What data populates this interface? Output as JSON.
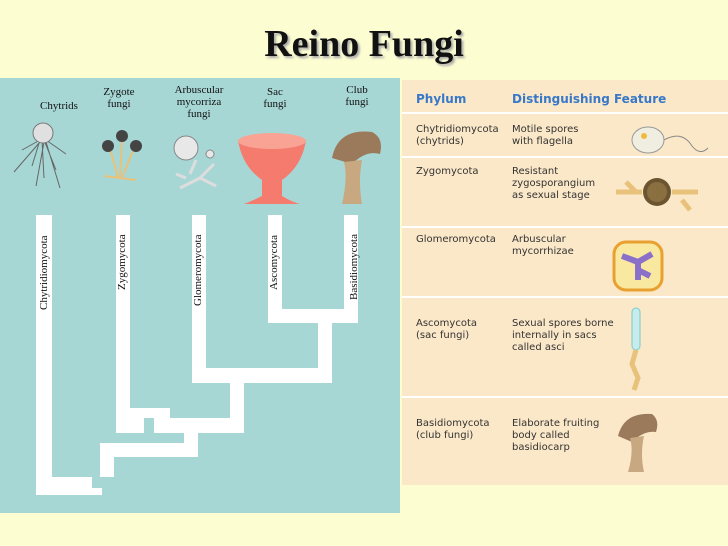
{
  "title": "Reino Fungi",
  "tree": {
    "groups": [
      "Chytrids",
      "Zygote\nfungi",
      "Arbuscular\nmycorriza\nfungi",
      "Sac\nfungi",
      "Club\nfungi"
    ],
    "phyla": [
      "Chytridiomycota",
      "Zygomycota",
      "Glomeromycota",
      "Ascomycota",
      "Basidiomycota"
    ]
  },
  "table": {
    "headers": {
      "phylum": "Phylum",
      "feature": "Distinguishing Feature"
    },
    "rows": [
      {
        "phylum": "Chytridiomycota\n(chytrids)",
        "feature": "Motile spores\nwith flagella",
        "icon": "motile-spore-icon"
      },
      {
        "phylum": "Zygomycota",
        "feature": "Resistant\nzygosporangium\nas sexual stage",
        "icon": "zygosporangium-icon"
      },
      {
        "phylum": "Glomeromycota",
        "feature": "Arbuscular\nmycorrhizae",
        "icon": "arbuscule-icon"
      },
      {
        "phylum": "Ascomycota\n(sac fungi)",
        "feature": "Sexual spores borne\ninternally in sacs\ncalled asci",
        "icon": "ascus-icon"
      },
      {
        "phylum": "Basidiomycota\n(club fungi)",
        "feature": "Elaborate fruiting\nbody called\nbasidiocarp",
        "icon": "basidiocarp-icon"
      }
    ]
  },
  "colors": {
    "background": "#fdfdd2",
    "tree_panel": "#a7d7d5",
    "table_panel": "#fbe8c8",
    "header_text": "#3878c8",
    "branch": "#ffffff"
  }
}
